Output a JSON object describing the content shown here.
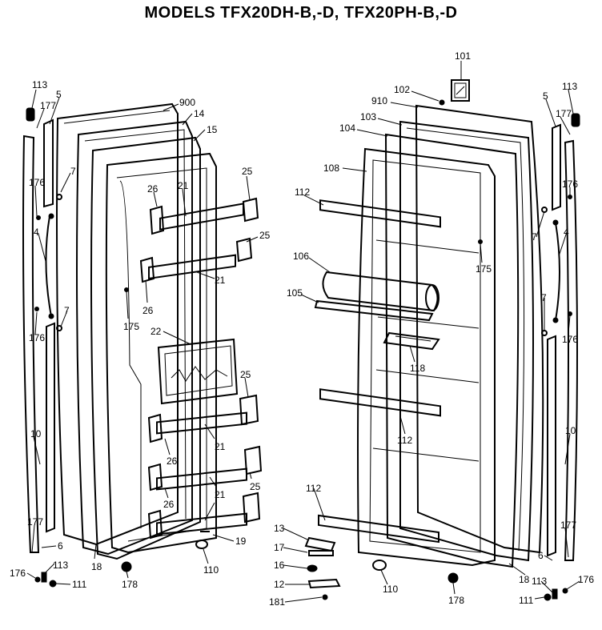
{
  "title": "MODELS TFX20DH-B,-D, TFX20PH-B,-D",
  "left_labels": {
    "l113": "113",
    "l5": "5",
    "l177": "177",
    "l900": "900",
    "l14": "14",
    "l15": "15",
    "l7a": "7",
    "l176a": "176",
    "l4": "4",
    "l25a": "25",
    "l26a": "26",
    "l21a": "21",
    "l25b": "25",
    "l21b": "21",
    "l26b": "26",
    "l175": "175",
    "l7b": "7",
    "l176b": "176",
    "l22": "22",
    "l25c": "25",
    "l10": "10",
    "l26c": "26",
    "l21c": "21",
    "l26d": "26",
    "l21d": "21",
    "l25d": "25",
    "l177b": "177",
    "l6": "6",
    "l18": "18",
    "l19": "19",
    "l176c": "176",
    "l113b": "113",
    "l111": "111",
    "l178": "178",
    "l110": "110"
  },
  "right_labels": {
    "r101": "101",
    "r102": "102",
    "r910": "910",
    "r103": "103",
    "r104": "104",
    "r5": "5",
    "r113": "113",
    "r177": "177",
    "r108": "108",
    "r112a": "112",
    "r176a": "176",
    "r7a": "7",
    "r4": "4",
    "r175": "175",
    "r106": "106",
    "r105": "105",
    "r7b": "7",
    "r176b": "176",
    "r118": "118",
    "r112b": "112",
    "r10": "10",
    "r112c": "112",
    "r13": "13",
    "r17": "17",
    "r16": "16",
    "r12": "12",
    "r181": "181",
    "r110": "110",
    "r178": "178",
    "r18": "18",
    "r6": "6",
    "r177b": "177",
    "r113b": "113",
    "r111": "111",
    "r176c": "176"
  }
}
